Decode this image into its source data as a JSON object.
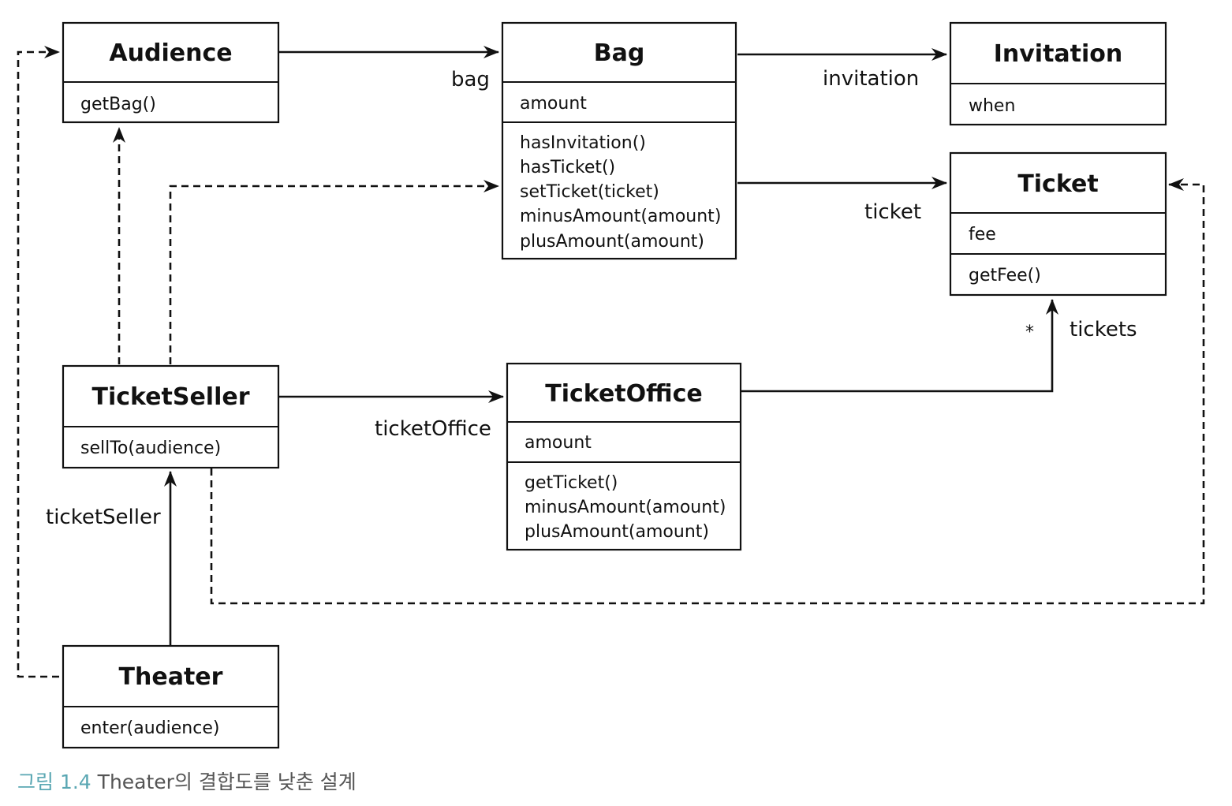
{
  "classes": {
    "audience": {
      "name": "Audience",
      "methods": [
        "getBag()"
      ]
    },
    "bag": {
      "name": "Bag",
      "fields": [
        "amount"
      ],
      "methods": [
        "hasInvitation()",
        "hasTicket()",
        "setTicket(ticket)",
        "minusAmount(amount)",
        "plusAmount(amount)"
      ]
    },
    "invitation": {
      "name": "Invitation",
      "fields": [
        "when"
      ]
    },
    "ticket": {
      "name": "Ticket",
      "fields": [
        "fee"
      ],
      "methods": [
        "getFee()"
      ]
    },
    "ticket_seller": {
      "name": "TicketSeller",
      "methods": [
        "sellTo(audience)"
      ]
    },
    "ticket_office": {
      "name": "TicketOffice",
      "fields": [
        "amount"
      ],
      "methods": [
        "getTicket()",
        "minusAmount(amount)",
        "plusAmount(amount)"
      ]
    },
    "theater": {
      "name": "Theater",
      "methods": [
        "enter(audience)"
      ]
    }
  },
  "relations": {
    "bag": "bag",
    "invitation": "invitation",
    "ticket": "ticket",
    "ticket_office": "ticketOffice",
    "ticket_seller": "ticketSeller",
    "tickets": "tickets",
    "tickets_multiplicity": "*"
  },
  "caption": {
    "label": "그림 1.4",
    "text": "Theater의 결합도를 낮춘 설계"
  },
  "colors": {
    "ink": "#111111",
    "caption_label": "#5aa7b3",
    "caption_text": "#555555"
  }
}
